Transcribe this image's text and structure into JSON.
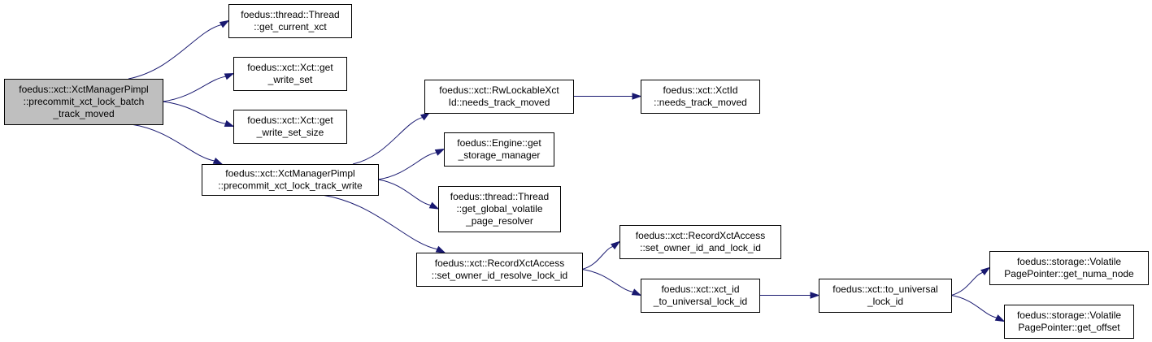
{
  "colors": {
    "node_fill": "#ffffff",
    "root_fill": "#bfbfbf",
    "border": "#000000",
    "edge": "#191970",
    "text": "#000000"
  },
  "nodes": [
    {
      "id": "root",
      "lines": [
        "foedus::xct::XctManagerPimpl",
        "::precommit_xct_lock_batch",
        "_track_moved"
      ],
      "highlighted": true
    },
    {
      "id": "get_current_xct",
      "lines": [
        "foedus::thread::Thread",
        "::get_current_xct"
      ]
    },
    {
      "id": "get_write_set",
      "lines": [
        "foedus::xct::Xct::get",
        "_write_set"
      ]
    },
    {
      "id": "get_write_set_size",
      "lines": [
        "foedus::xct::Xct::get",
        "_write_set_size"
      ]
    },
    {
      "id": "lock_track_write",
      "lines": [
        "foedus::xct::XctManagerPimpl",
        "::precommit_xct_lock_track_write"
      ]
    },
    {
      "id": "rw_needs_track_moved",
      "lines": [
        "foedus::xct::RwLockableXct",
        "Id::needs_track_moved"
      ]
    },
    {
      "id": "xctid_needs_track_moved",
      "lines": [
        "foedus::xct::XctId",
        "::needs_track_moved"
      ]
    },
    {
      "id": "get_storage_manager",
      "lines": [
        "foedus::Engine::get",
        "_storage_manager"
      ]
    },
    {
      "id": "get_global_volatile_page_resolver",
      "lines": [
        "foedus::thread::Thread",
        "::get_global_volatile",
        "_page_resolver"
      ]
    },
    {
      "id": "set_owner_id_and_lock_id",
      "lines": [
        "foedus::xct::RecordXctAccess",
        "::set_owner_id_and_lock_id"
      ]
    },
    {
      "id": "set_owner_id_resolve_lock_id",
      "lines": [
        "foedus::xct::RecordXctAccess",
        "::set_owner_id_resolve_lock_id"
      ]
    },
    {
      "id": "xct_id_to_universal_lock_id",
      "lines": [
        "foedus::xct::xct_id",
        "_to_universal_lock_id"
      ]
    },
    {
      "id": "to_universal_lock_id",
      "lines": [
        "foedus::xct::to_universal",
        "_lock_id"
      ]
    },
    {
      "id": "get_numa_node",
      "lines": [
        "foedus::storage::Volatile",
        "PagePointer::get_numa_node"
      ]
    },
    {
      "id": "get_offset",
      "lines": [
        "foedus::storage::Volatile",
        "PagePointer::get_offset"
      ]
    }
  ],
  "edges": [
    {
      "from": "root",
      "to": "get_current_xct"
    },
    {
      "from": "root",
      "to": "get_write_set"
    },
    {
      "from": "root",
      "to": "get_write_set_size"
    },
    {
      "from": "root",
      "to": "lock_track_write"
    },
    {
      "from": "lock_track_write",
      "to": "rw_needs_track_moved"
    },
    {
      "from": "lock_track_write",
      "to": "get_storage_manager"
    },
    {
      "from": "lock_track_write",
      "to": "get_global_volatile_page_resolver"
    },
    {
      "from": "lock_track_write",
      "to": "set_owner_id_resolve_lock_id"
    },
    {
      "from": "rw_needs_track_moved",
      "to": "xctid_needs_track_moved"
    },
    {
      "from": "set_owner_id_resolve_lock_id",
      "to": "set_owner_id_and_lock_id"
    },
    {
      "from": "set_owner_id_resolve_lock_id",
      "to": "xct_id_to_universal_lock_id"
    },
    {
      "from": "xct_id_to_universal_lock_id",
      "to": "to_universal_lock_id"
    },
    {
      "from": "to_universal_lock_id",
      "to": "get_numa_node"
    },
    {
      "from": "to_universal_lock_id",
      "to": "get_offset"
    }
  ]
}
